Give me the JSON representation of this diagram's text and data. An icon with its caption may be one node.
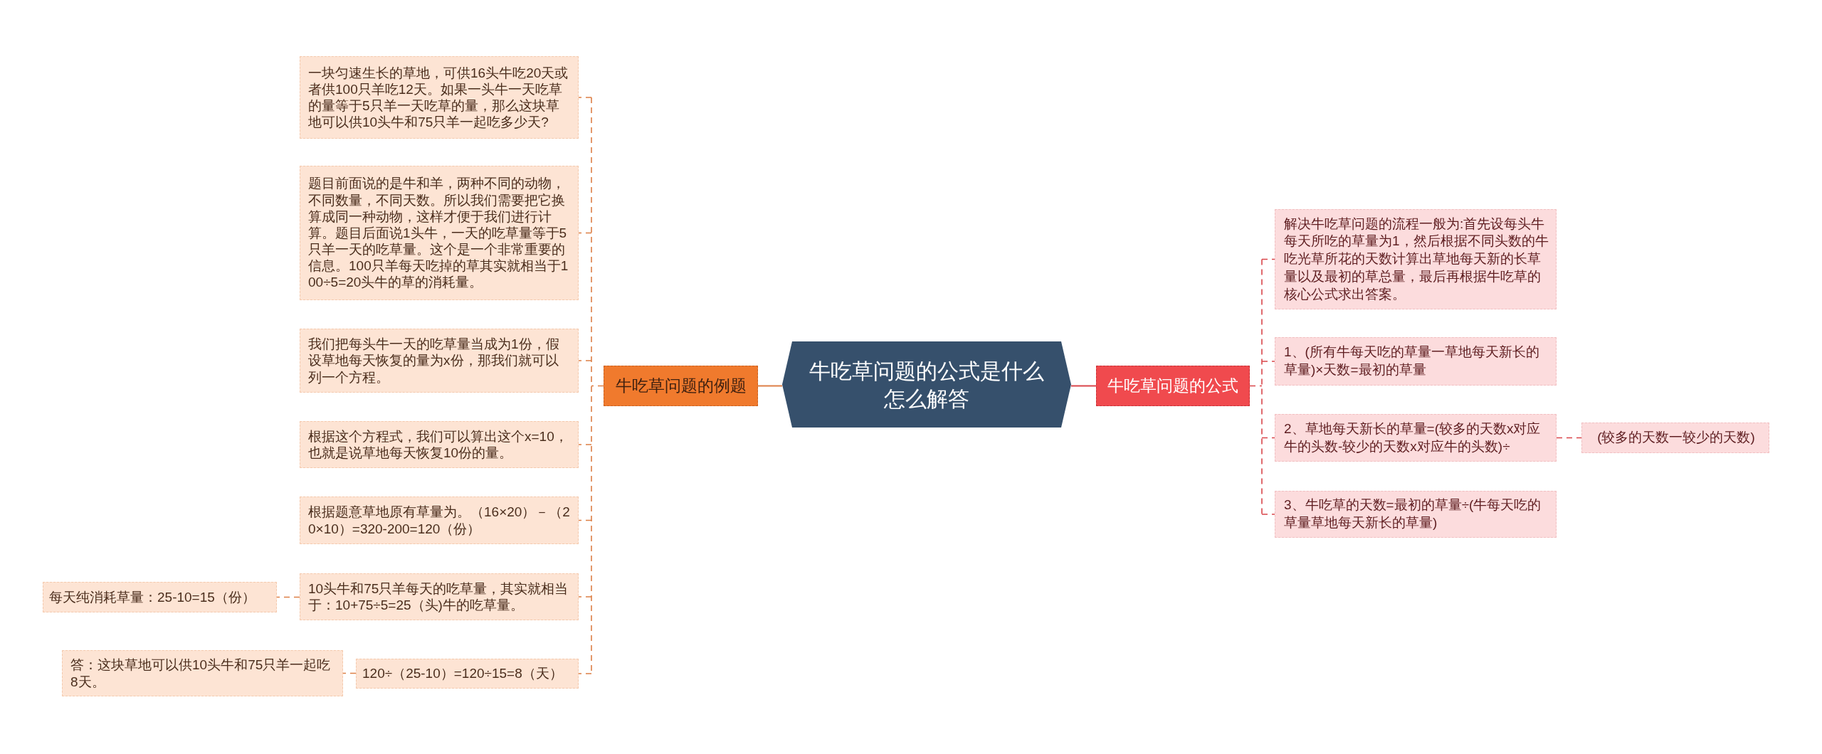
{
  "diagram": {
    "nodes": [
      {
        "text": [
          "牛吃草问题的公式是什么怎么解答"
        ]
      },
      {
        "text": [
          "牛吃草问题的例题"
        ]
      },
      {
        "text": [
          "一块匀速生长的草地，可供16头牛吃20天或者供100只羊吃12天。如果一头牛一天吃草的量等于5只羊一天吃草的量，那么这块草地可以供10头牛和75只羊一起吃多少天?"
        ]
      },
      {
        "text": [
          "题目前面说的是牛和羊，两种不同的动物，不同数量，不同天数。所以我们需要把它换算成同一种动物，这样才便于我们进行计算。题目后面说1头牛，一天的吃草量等于5只羊一天的吃草量。这个是一个非常重要的信息。100只羊每天吃掉的草其实就相当于100÷5=20头牛的草的消耗量。"
        ]
      },
      {
        "text": [
          "我们把每头牛一天的吃草量当成为1份，假设草地每天恢复的量为x份，那我们就可以列一个方程。"
        ]
      },
      {
        "text": [
          "根据这个方程式，我们可以算出这个x=10，也就是说草地每天恢复10份的量。"
        ]
      },
      {
        "text": [
          "根据题意草地原有草量为。（16×20）－（20×10）=320-200=120（份）"
        ]
      },
      {
        "text": [
          "10头牛和75只羊每天的吃草量，其实就相当于：10+75÷5=25（头)牛的吃草量。"
        ]
      },
      {
        "text": [
          "120÷（25-10）=120÷15=8（天）"
        ]
      },
      {
        "text": [
          "每天纯消耗草量：25-10=15（份）"
        ]
      },
      {
        "text": [
          "答：这块草地可以供10头牛和75只羊一起吃8天。"
        ]
      },
      {
        "text": [
          "牛吃草问题的公式"
        ]
      },
      {
        "text": [
          "解决牛吃草问题的流程一般为:首先设每头牛每天所吃的草量为1，然后根据不同头数的牛吃光草所花的天数计算出草地每天新的长草量以及最初的草总量，最后再根据牛吃草的核心公式求出答案。"
        ]
      },
      {
        "text": [
          "1、(所有牛每天吃的草量一草地每天新长的草量)×天数=最初的草量"
        ]
      },
      {
        "text": [
          "2、草地每天新长的草量=(较多的天数x对应牛的头数-较少的天数x对应牛的头数)÷"
        ]
      },
      {
        "text": [
          "3、牛吃草的天数=最初的草量÷(牛每天吃的草量草地每天新长的草量)"
        ]
      },
      {
        "text": [
          "(较多的天数一较少的天数)"
        ]
      }
    ],
    "edges": [
      {
        "from": 0,
        "to": 1,
        "arrow": "none"
      },
      {
        "from": 1,
        "to": 2,
        "arrow": "none",
        "style": "dashed"
      },
      {
        "from": 1,
        "to": 3,
        "arrow": "none",
        "style": "dashed"
      },
      {
        "from": 1,
        "to": 4,
        "arrow": "none",
        "style": "dashed"
      },
      {
        "from": 1,
        "to": 5,
        "arrow": "none",
        "style": "dashed"
      },
      {
        "from": 1,
        "to": 6,
        "arrow": "none",
        "style": "dashed"
      },
      {
        "from": 1,
        "to": 7,
        "arrow": "none",
        "style": "dashed"
      },
      {
        "from": 1,
        "to": 8,
        "arrow": "none",
        "style": "dashed"
      },
      {
        "from": 7,
        "to": 9,
        "arrow": "none",
        "style": "dashed"
      },
      {
        "from": 8,
        "to": 10,
        "arrow": "none",
        "style": "dashed"
      },
      {
        "from": 0,
        "to": 11,
        "arrow": "none",
        "color": "#d9454a"
      },
      {
        "from": 11,
        "to": 12,
        "arrow": "none",
        "style": "dashed",
        "color": "#d9454a"
      },
      {
        "from": 11,
        "to": 13,
        "arrow": "none",
        "style": "dashed",
        "color": "#d9454a"
      },
      {
        "from": 11,
        "to": 14,
        "arrow": "none",
        "style": "dashed",
        "color": "#d9454a"
      },
      {
        "from": 11,
        "to": 15,
        "arrow": "none",
        "style": "dashed",
        "color": "#d9454a"
      },
      {
        "from": 14,
        "to": 16,
        "arrow": "none",
        "style": "dashed",
        "color": "#d9454a"
      }
    ]
  }
}
